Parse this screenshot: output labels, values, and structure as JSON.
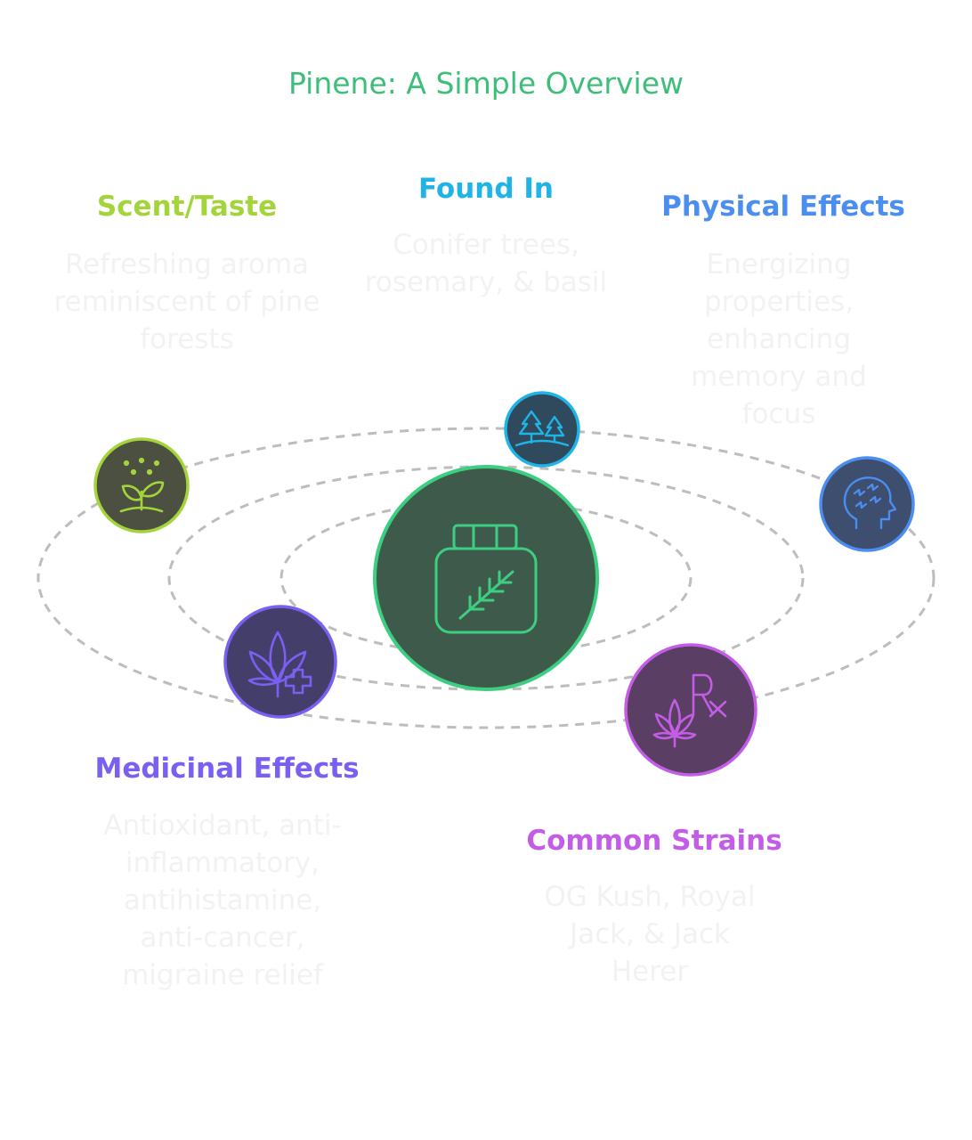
{
  "title": "Pinene: A Simple Overview",
  "center": {
    "icon": "herb-jar-icon",
    "color": "#3dce82",
    "fill": "#3d5a4a"
  },
  "nodes": [
    {
      "key": "scent",
      "heading": "Scent/Taste",
      "description": "Refreshing aroma reminiscent of pine forests",
      "icon": "sprouting-plant-icon",
      "color": "#a4d43c",
      "fill": "#4c5040"
    },
    {
      "key": "found",
      "heading": "Found In",
      "description": "Conifer trees, rosemary, & basil",
      "icon": "pine-trees-icon",
      "color": "#1fb3e6",
      "fill": "#2e4a5c"
    },
    {
      "key": "physical",
      "heading": "Physical Effects",
      "description": "Energizing properties, enhancing memory and focus",
      "icon": "head-energy-icon",
      "color": "#4b8ef0",
      "fill": "#3e4e6e"
    },
    {
      "key": "medicinal",
      "heading": "Medicinal Effects",
      "description": "Antioxidant, anti-inflammatory, antihistamine, anti-cancer, migraine relief",
      "icon": "cannabis-plus-icon",
      "color": "#7b5ff0",
      "fill": "#443f6a"
    },
    {
      "key": "strains",
      "heading": "Common Strains",
      "description": "OG Kush, Royal Jack, & Jack Herer",
      "icon": "cannabis-rx-icon",
      "color": "#c35ce6",
      "fill": "#5a3e64"
    }
  ]
}
